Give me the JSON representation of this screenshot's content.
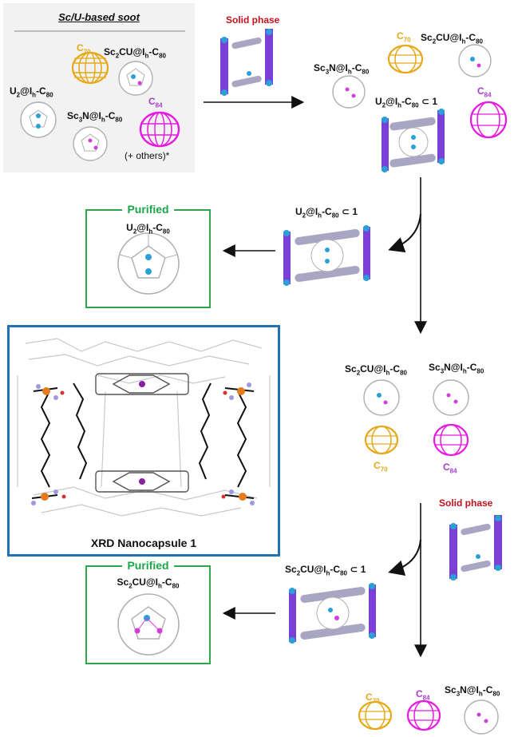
{
  "soot": {
    "title": "Sc/U-based soot",
    "c70": "C70",
    "sc2cu": "Sc2CU@Ih-C80",
    "u2": "U2@Ih-C80",
    "sc3n": "Sc3N@Ih-C80",
    "c84": "C84",
    "others": "(+ others)*"
  },
  "step1": {
    "phase_label": "Solid phase",
    "products": {
      "c70": "C70",
      "sc2cu": "Sc2CU@Ih-C80",
      "sc3n": "Sc3N@Ih-C80",
      "c84": "C84",
      "complex": "U2@Ih-C80 ⊂ 1"
    }
  },
  "step2": {
    "complex": "U2@Ih-C80 ⊂ 1",
    "purified_title": "Purified",
    "purified": "U2@Ih-C80"
  },
  "step3": {
    "sc2cu": "Sc2CU@Ih-C80",
    "sc3n": "Sc3N@Ih-C80",
    "c70": "C70",
    "c84": "C84"
  },
  "xrd": {
    "caption": "XRD Nanocapsule 1"
  },
  "step4": {
    "phase_label": "Solid phase",
    "complex": "Sc2CU@Ih-C80 ⊂ 1",
    "purified_title": "Purified",
    "purified": "Sc2CU@Ih-C80",
    "remaining": {
      "c70": "C70",
      "c84": "C84",
      "sc3n": "Sc3N@Ih-C80"
    }
  },
  "colors": {
    "c70": "#e6a817",
    "c84": "#e61adf",
    "cage_wire": "#b0b0b0",
    "capsule_pillar": "#7a3fd6",
    "capsule_porphyrin": "#a9a6c4",
    "metal_node": "#2a9fd8",
    "purified_border": "#2aa84a",
    "xrd_border": "#2071b5",
    "solid_phase": "#c0111f"
  }
}
